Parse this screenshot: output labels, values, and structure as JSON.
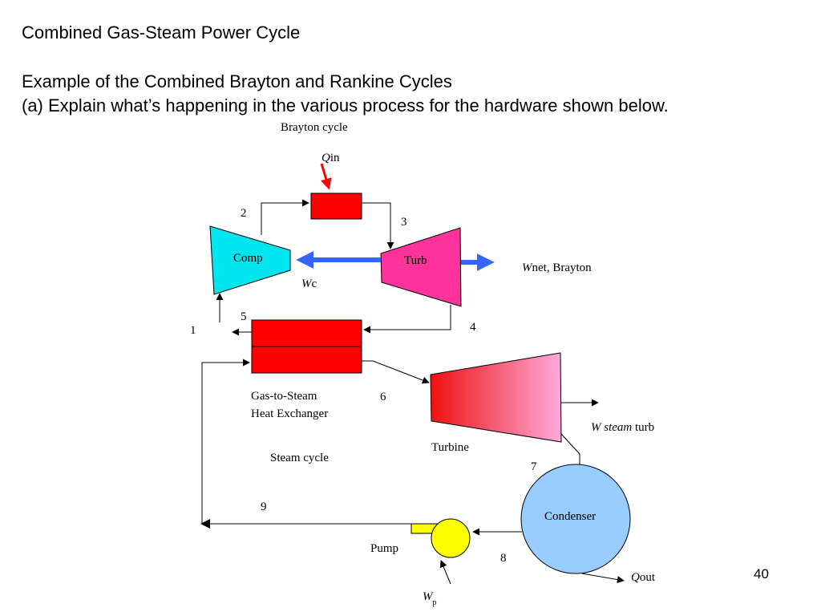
{
  "slide": {
    "title": "Combined Gas-Steam Power Cycle",
    "subtitle_line1": "Example of the Combined Brayton and Rankine Cycles",
    "subtitle_line2": "(a) Explain what’s happening in the various process for the hardware shown below.",
    "page_number": "40"
  },
  "diagram": {
    "brayton_label": "Brayton cycle",
    "q_in": {
      "symbol": "Q",
      "sub": "in"
    },
    "compressor_label": "Comp",
    "turbine_label": "Turb",
    "wc": {
      "symbol": "W",
      "sub": "c"
    },
    "wnet": {
      "symbol": "W",
      "sub": "net, Brayton"
    },
    "state_labels": {
      "s1": "1",
      "s2": "2",
      "s3": "3",
      "s4": "4",
      "s5": "5",
      "s6": "6",
      "s7": "7",
      "s8": "8",
      "s9": "9"
    },
    "hx_label_line1": "Gas-to-Steam",
    "hx_label_line2": "Heat Exchanger",
    "steam_cycle_label": "Steam cycle",
    "steam_turbine_label": "Turbine",
    "w_steam": {
      "symbol": "W steam",
      "sub": "turb"
    },
    "condenser_label": "Condenser",
    "pump_label": "Pump",
    "q_out": {
      "symbol": "Q",
      "sub": "out"
    },
    "wp": {
      "symbol": "W",
      "sub": "p"
    }
  },
  "colors": {
    "combustor": "#ff0000",
    "compressor": "#00e5ee",
    "gas_turbine": "#ff3399",
    "shaft_arrow": "#3366ff",
    "heat_exchanger": "#ff0000",
    "steam_turbine_start": "#ee1111",
    "steam_turbine_end": "#ffaadd",
    "condenser": "#99ccff",
    "pump": "#ffff00"
  }
}
